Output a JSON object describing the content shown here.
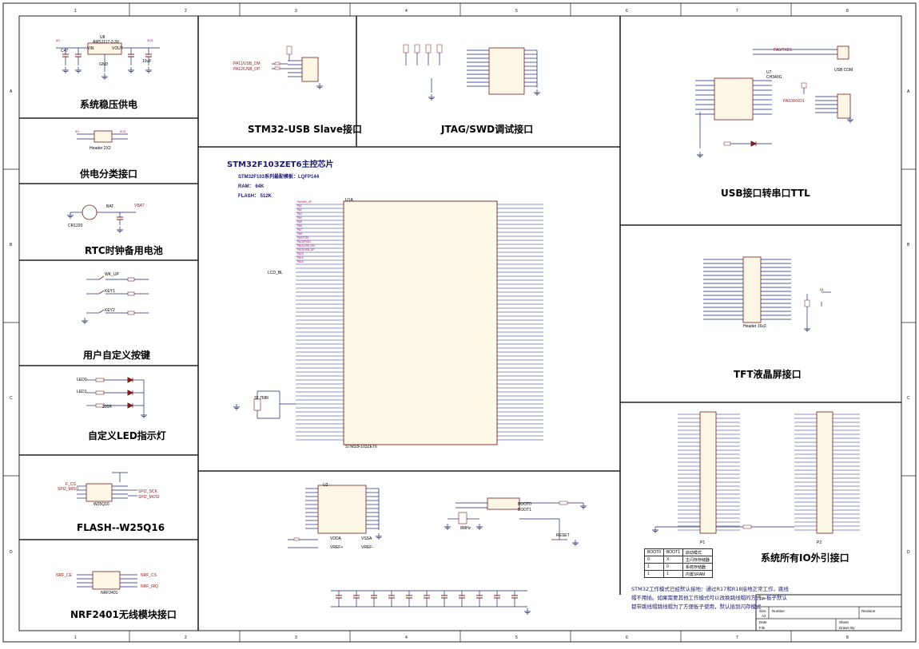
{
  "sections": {
    "power_regulator": "系统稳压供电",
    "power_split": "供电分类接口",
    "rtc_battery": "RTC时钟备用电池",
    "user_keys": "用户自定义按键",
    "user_leds": "自定义LED指示灯",
    "flash": "FLASH--W25Q16",
    "nrf": "NRF2401无线模块接口",
    "usb_slave": "STM32-USB Slave接口",
    "jtag": "JTAG/SWD调试接口",
    "usb_ttl": "USB接口转串口TTL",
    "tft": "TFT液晶屏接口",
    "io_header": "系统所有IO外引接口"
  },
  "mcu": {
    "title": "STM32F103ZET6主控芯片",
    "series": "STM32F103系列最配模板：LQFP144",
    "ram": "RAM：  64K",
    "flash": "FLASH：  512K",
    "part": "STM32F103ZET6",
    "ref": "U1A"
  },
  "parts": {
    "u8": "U8",
    "u8_part": "AMS1117-3.3V",
    "vin": "VIN",
    "vout": "VOUT",
    "gnd": "GND",
    "c47": "C47",
    "c10": "10uF",
    "cr1220": "CR1220",
    "bat": "BAT",
    "vbat": "VBAT",
    "header2x2": "Header 2X2",
    "key_wkup": "WK_UP",
    "key1": "KEY1",
    "key2": "KEY2",
    "led0": "LED0",
    "led1": "LED1",
    "r200": "200R",
    "w25q16": "W25Q16",
    "spi2_sck": "SPI2_SCK",
    "spi2_miso": "SPI2_MISO",
    "spi2_mosi": "SPI2_MOSI",
    "f_cs": "F_CS",
    "nrf_ce": "NRF_CE",
    "nrf_cs": "NRF_CS",
    "nrf_irq": "NRF_IRQ",
    "nrf2401": "NRF2401",
    "usb_dm": "PA11/USB_DM",
    "usb_dp": "PA12/USB_DP",
    "ch340": "CH340G",
    "u7": "U7",
    "usb_com": "USB COM",
    "pa9": "PA9/TXD1",
    "pa10": "PA10/RXD1",
    "tft_header": "Header 16x2",
    "lcd_bl": "LCD_BL",
    "u_io1": "P1",
    "u_io2": "P2",
    "u_power": "U2",
    "boot0": "BOOT0",
    "boot1": "BOOT1",
    "reset": "RESET",
    "xtal8": "8MHz",
    "xtal32": "32.768K",
    "vdda": "VDDA",
    "vref_p": "VREF+",
    "vref_m": "VREF-",
    "vssa": "VSSA"
  },
  "boot_table": [
    [
      "BOOT0",
      "BOOT1",
      "启动模式"
    ],
    [
      "0",
      "X",
      "主闪存存储器"
    ],
    [
      "1",
      "0",
      "系统存储器"
    ],
    [
      "1",
      "1",
      "内置SRAM"
    ]
  ],
  "note": "STM32工作模式已经默认接地：通过R17和R18接地正常工作，跳线帽不用插。如果需要其他工作模式可以改换跳线帽的方式，板子默认都带跳线帽跳线帽为了方便板子使用，默认插到闪存模式",
  "title_block": {
    "title": "Title",
    "size": "Size",
    "size_val": "A2",
    "number": "Number",
    "revision": "Revision",
    "date": "Date",
    "file": "File",
    "sheet": "Sheet",
    "drawn": "Drawn By"
  },
  "grid": {
    "cols": [
      "1",
      "2",
      "3",
      "4",
      "5",
      "6",
      "7",
      "8"
    ],
    "rows": [
      "A",
      "B",
      "C",
      "D"
    ]
  },
  "colors": {
    "wire": "#1a237e",
    "part": "#7b1f1f",
    "net": "#b0006a",
    "border": "#222222",
    "grid": "#d0d0d0"
  }
}
